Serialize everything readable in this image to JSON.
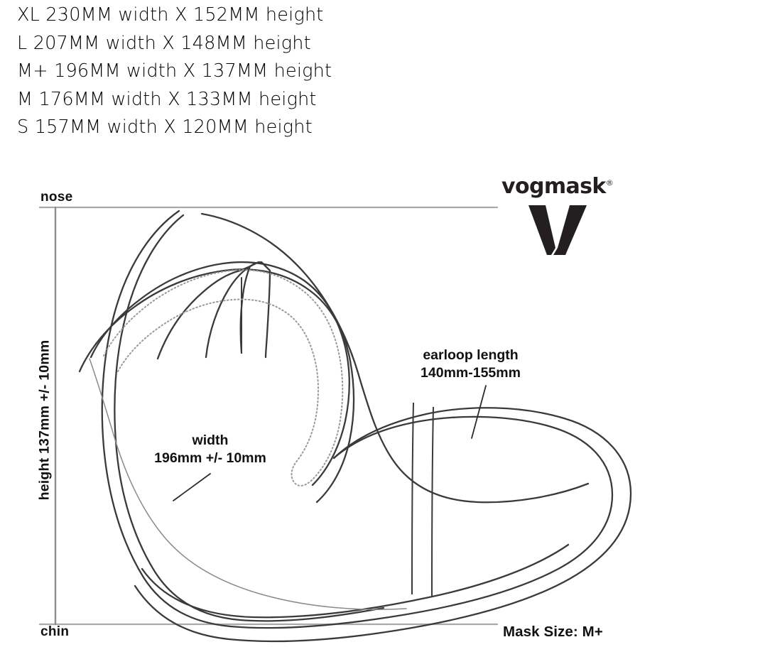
{
  "size_list": [
    "XL 230MM width X 152MM height",
    "L 207MM width X 148MM height",
    "M+ 196MM width X 137MM height",
    "M 176MM width X 133MM height",
    "S 157MM width X 120MM height"
  ],
  "diagram": {
    "axis": {
      "top_label": "nose",
      "bottom_label": "chin",
      "height_label": "height 137mm +/- 10mm"
    },
    "callouts": {
      "width": {
        "line1": "width",
        "line2": "196mm +/- 10mm"
      },
      "earloop": {
        "line1": "earloop length",
        "line2": "140mm-155mm"
      }
    },
    "mask_size": "Mask Size: M+"
  },
  "logo": {
    "wordmark": "vogmask",
    "registered": "®"
  },
  "colors": {
    "ink": "#231f20",
    "outline": "#3a3a3a",
    "guide": "#a8a8a8",
    "stitch": "#9a9a9a",
    "inner": "#8a8a8a"
  }
}
